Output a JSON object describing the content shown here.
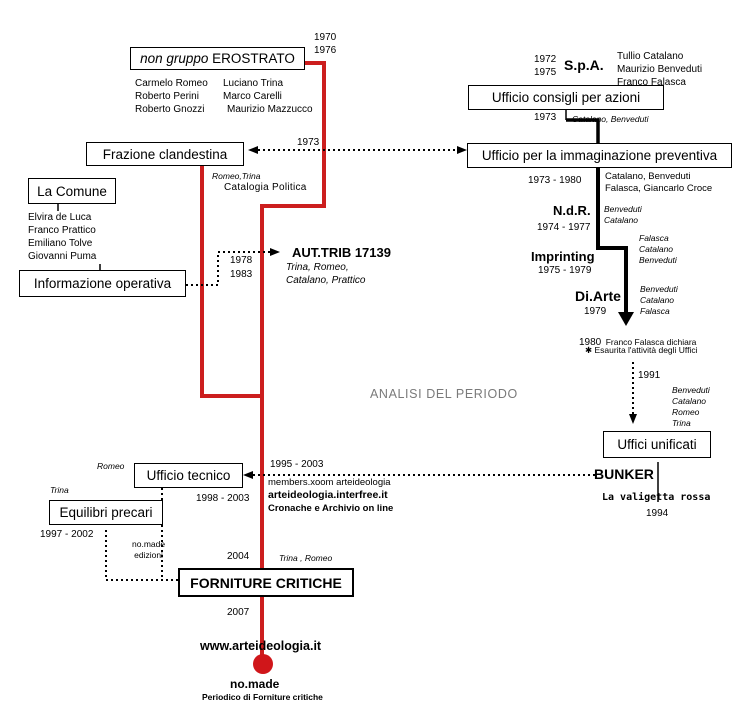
{
  "erostrato": {
    "title_italic": "non gruppo",
    "title": "EROSTRATO",
    "years": [
      "1970",
      "1976"
    ],
    "members_left": [
      "Carmelo Romeo",
      "Roberto Perini",
      "Roberto Gnozzi"
    ],
    "members_right": [
      "Luciano Trina",
      "Marco Carelli",
      "Maurizio Mazzucco"
    ]
  },
  "spa": {
    "years": [
      "1972",
      "1975"
    ],
    "label": "S.p.A.",
    "members": [
      "Tullio Catalano",
      "Maurizio Benveduti",
      "Franco Falasca"
    ]
  },
  "ufficio_consigli": {
    "label": "Ufficio consigli per azioni",
    "year": "1973",
    "names": "Catalano, Benveduti"
  },
  "frazione": {
    "label": "Frazione clandestina",
    "names": "Romeo,Trina",
    "catalogia": "Catalogia Politica"
  },
  "link_1973": "1973",
  "ufficio_immaginazione": {
    "label": "Ufficio per la immaginazione preventiva",
    "years": "1973 - 1980",
    "names": [
      "Catalano, Benveduti",
      "Falasca, Giancarlo Croce"
    ]
  },
  "comune": {
    "label": "La Comune",
    "members": [
      "Elvira de Luca",
      "Franco Prattico",
      "Emiliano Tolve",
      "Giovanni Puma"
    ]
  },
  "informazione": {
    "label": "Informazione operativa",
    "years": [
      "1978",
      "1983"
    ]
  },
  "autrib": {
    "label": "AUT.TRIB 17139",
    "names": [
      "Trina, Romeo,",
      "Catalano, Prattico"
    ]
  },
  "ndr": {
    "label": "N.d.R.",
    "years": "1974 - 1977",
    "names": [
      "Benveduti",
      "Catalano"
    ]
  },
  "imprinting": {
    "label": "Imprinting",
    "years": "1975 - 1979",
    "names": [
      "Falasca",
      "Catalano",
      "Benveduti"
    ]
  },
  "diarte": {
    "label": "Di.Arte",
    "year": "1979",
    "names": [
      "Benveduti",
      "Catalano",
      "Falasca"
    ]
  },
  "falasca_1980": {
    "year": "1980",
    "text": "Franco Falasca dichiara",
    "note": "✱ Esaurita l'attività degli Uffici"
  },
  "analisi": "ANALISI DEL PERIODO",
  "unificati": {
    "year": "1991",
    "names": [
      "Benveduti",
      "Catalano",
      "Romeo",
      "Trina"
    ],
    "label": "Uffici unificati"
  },
  "bunker": {
    "label": "BUNKER",
    "sublabel": "La valigetta rossa",
    "year": "1994"
  },
  "tecnico": {
    "names": "Romeo",
    "label": "Ufficio tecnico",
    "years_link": "1995 - 2003",
    "web": [
      "members.xoom arteideologia",
      "arteideologia.interfree.it",
      "Cronache e Archivio on line"
    ],
    "years": "1998 - 2003"
  },
  "equilibri": {
    "names": "Trina",
    "label": "Equilibri precari",
    "years": "1997 - 2002",
    "nomade": [
      "no.made",
      "edizioni"
    ]
  },
  "forniture": {
    "year": "2004",
    "names": "Trina , Romeo",
    "label": "FORNITURE CRITICHE",
    "year2": "2007"
  },
  "website": "www.arteideologia.it",
  "nomade_final": {
    "label": "no.made",
    "sub": "Periodico di Forniture critiche"
  },
  "colors": {
    "red_line": "#cc1e1e",
    "red_dot": "#d0161a",
    "line": "#000000",
    "analisi_text": "#7a7a7a"
  },
  "icons": [
    "arrow-right-icon",
    "arrow-left-icon",
    "arrow-down-icon",
    "red-dot-icon"
  ]
}
